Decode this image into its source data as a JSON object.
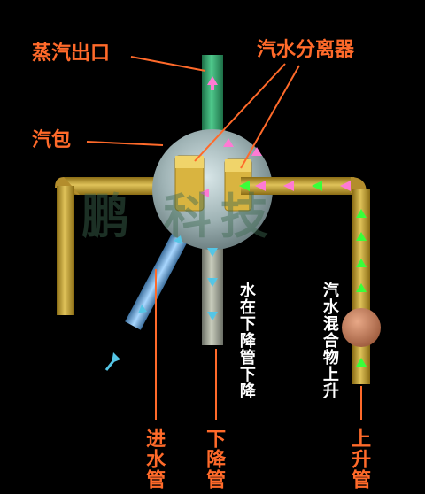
{
  "labels": {
    "steam_outlet": "蒸汽出口",
    "separator": "汽水分离器",
    "drum": "汽包",
    "downcomer_flow": "水在下降管下降",
    "riser_flow": "汽水混合物上升",
    "inlet_pipe": "进水管",
    "downcomer": "下降管",
    "riser": "上升管"
  },
  "watermark": "鹏   科技",
  "colors": {
    "label": "#ff6a2a",
    "pipe": "#c8a232",
    "steam_pipe": "#2fa36c",
    "water_arrow": "#55c6e6",
    "steam_arrow": "#ff7ad4",
    "mix_arrow": "#39ff39",
    "pump": "#c47d5c"
  }
}
